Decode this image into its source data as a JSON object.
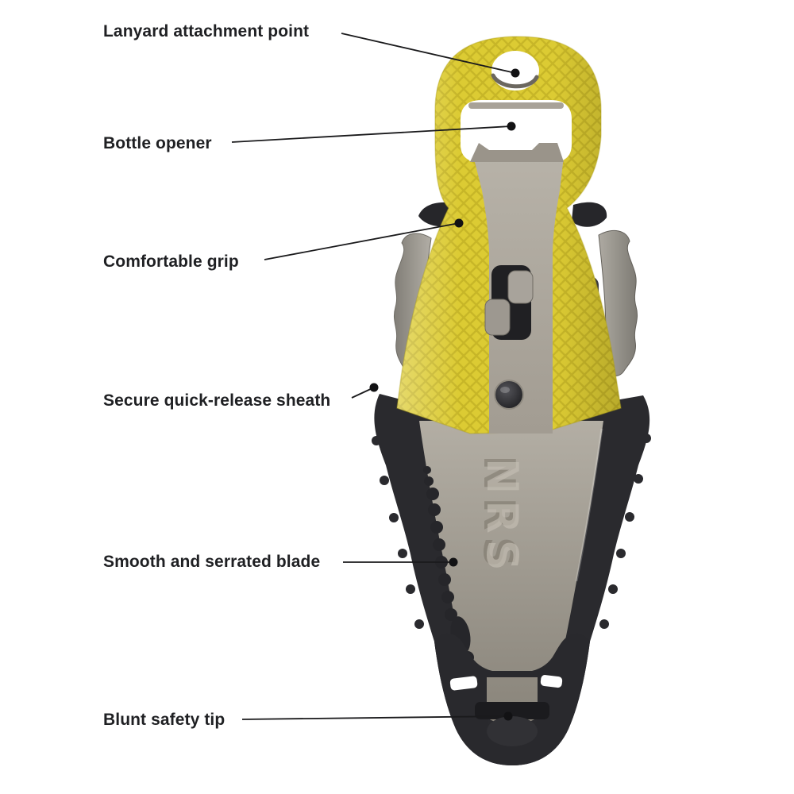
{
  "diagram": {
    "background_color": "#ffffff",
    "text_color": "#1f2023",
    "blade_logo": "NRS",
    "callouts": [
      {
        "id": "lanyard",
        "text": "Lanyard attachment point"
      },
      {
        "id": "bottle",
        "text": "Bottle opener"
      },
      {
        "id": "grip",
        "text": "Comfortable grip"
      },
      {
        "id": "sheath",
        "text": "Secure quick-release sheath"
      },
      {
        "id": "blade",
        "text": "Smooth and serrated blade"
      },
      {
        "id": "tip",
        "text": "Blunt safety tip"
      }
    ],
    "colors": {
      "handle_yellow": "#dccb33",
      "handle_hatch": "#c7b628",
      "sheath_black": "#2a2a2e",
      "blade_gray": "#a29c91",
      "clip_gray": "#9b978f",
      "metal_gray": "#9a948a",
      "leader_line": "#1a1a1c"
    }
  }
}
